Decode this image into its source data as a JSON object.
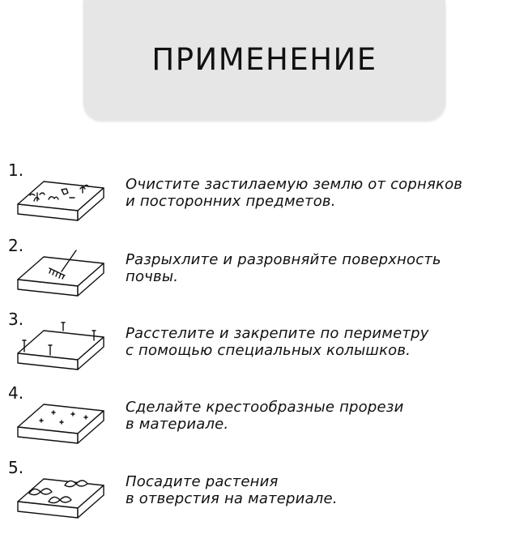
{
  "header": {
    "title": "ПРИМЕНЕНИЕ"
  },
  "steps": [
    {
      "number": "1.",
      "lines": [
        "Очистите застилаемую землю от сорняков",
        "и посторонних предметов."
      ]
    },
    {
      "number": "2.",
      "lines": [
        "Разрыхлите и разровняйте поверхность",
        "почвы."
      ]
    },
    {
      "number": "3.",
      "lines": [
        "Расстелите и закрепите по периметру",
        "с помощью специальных колышков."
      ]
    },
    {
      "number": "4.",
      "lines": [
        "Сделайте крестообразные прорези",
        "в материале."
      ]
    },
    {
      "number": "5.",
      "lines": [
        "Посадите растения",
        "в отверстия на материале."
      ]
    }
  ]
}
